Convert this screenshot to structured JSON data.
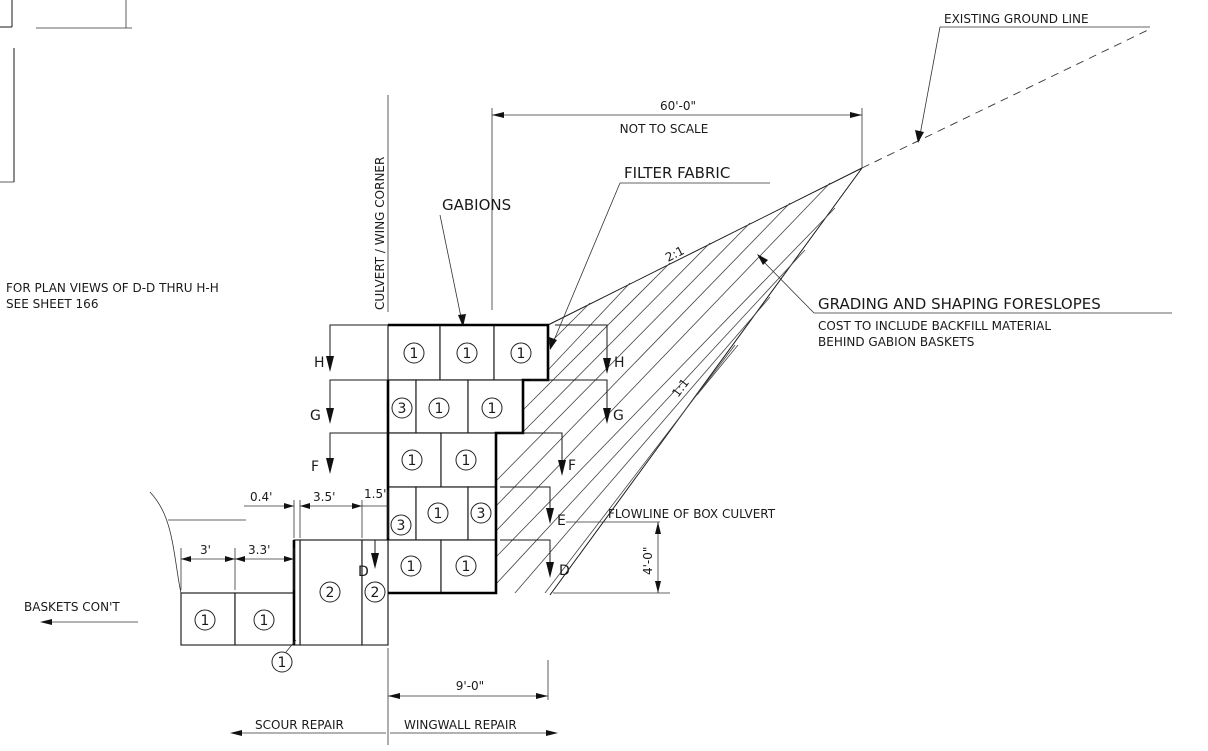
{
  "labels": {
    "existing_ground_line": "EXISTING GROUND LINE",
    "dim_60": "60'-0\"",
    "not_to_scale": "NOT TO SCALE",
    "culvert_wing_corner": "CULVERT / WING CORNER",
    "filter_fabric": "FILTER FABRIC",
    "gabions": "GABIONS",
    "slope_2_1": "2:1",
    "slope_1_1": "1:1",
    "plan_views_line1": "FOR PLAN VIEWS OF D-D THRU H-H",
    "plan_views_line2": "SEE SHEET 166",
    "grading_title": "GRADING AND SHAPING FORESLOPES",
    "grading_line1": "COST TO INCLUDE BACKFILL MATERIAL",
    "grading_line2": "BEHIND GABION BASKETS",
    "flowline": "FLOWLINE OF BOX CULVERT",
    "dim_4": "4'-0\"",
    "baskets_cont": "BASKETS CON'T",
    "dim_9": "9'-0\"",
    "scour_repair": "SCOUR REPAIR",
    "wingwall_repair": "WINGWALL REPAIR"
  },
  "dimensions": {
    "d_0_4": "0.4'",
    "d_3_5": "3.5'",
    "d_1_5": "1.5'",
    "d_3": "3'",
    "d_3_3": "3.3'"
  },
  "sections": {
    "H": "H",
    "G": "G",
    "F": "F",
    "E": "E",
    "D": "D"
  },
  "basket_types": {
    "t1": "①",
    "t2": "②",
    "t3": "③"
  }
}
